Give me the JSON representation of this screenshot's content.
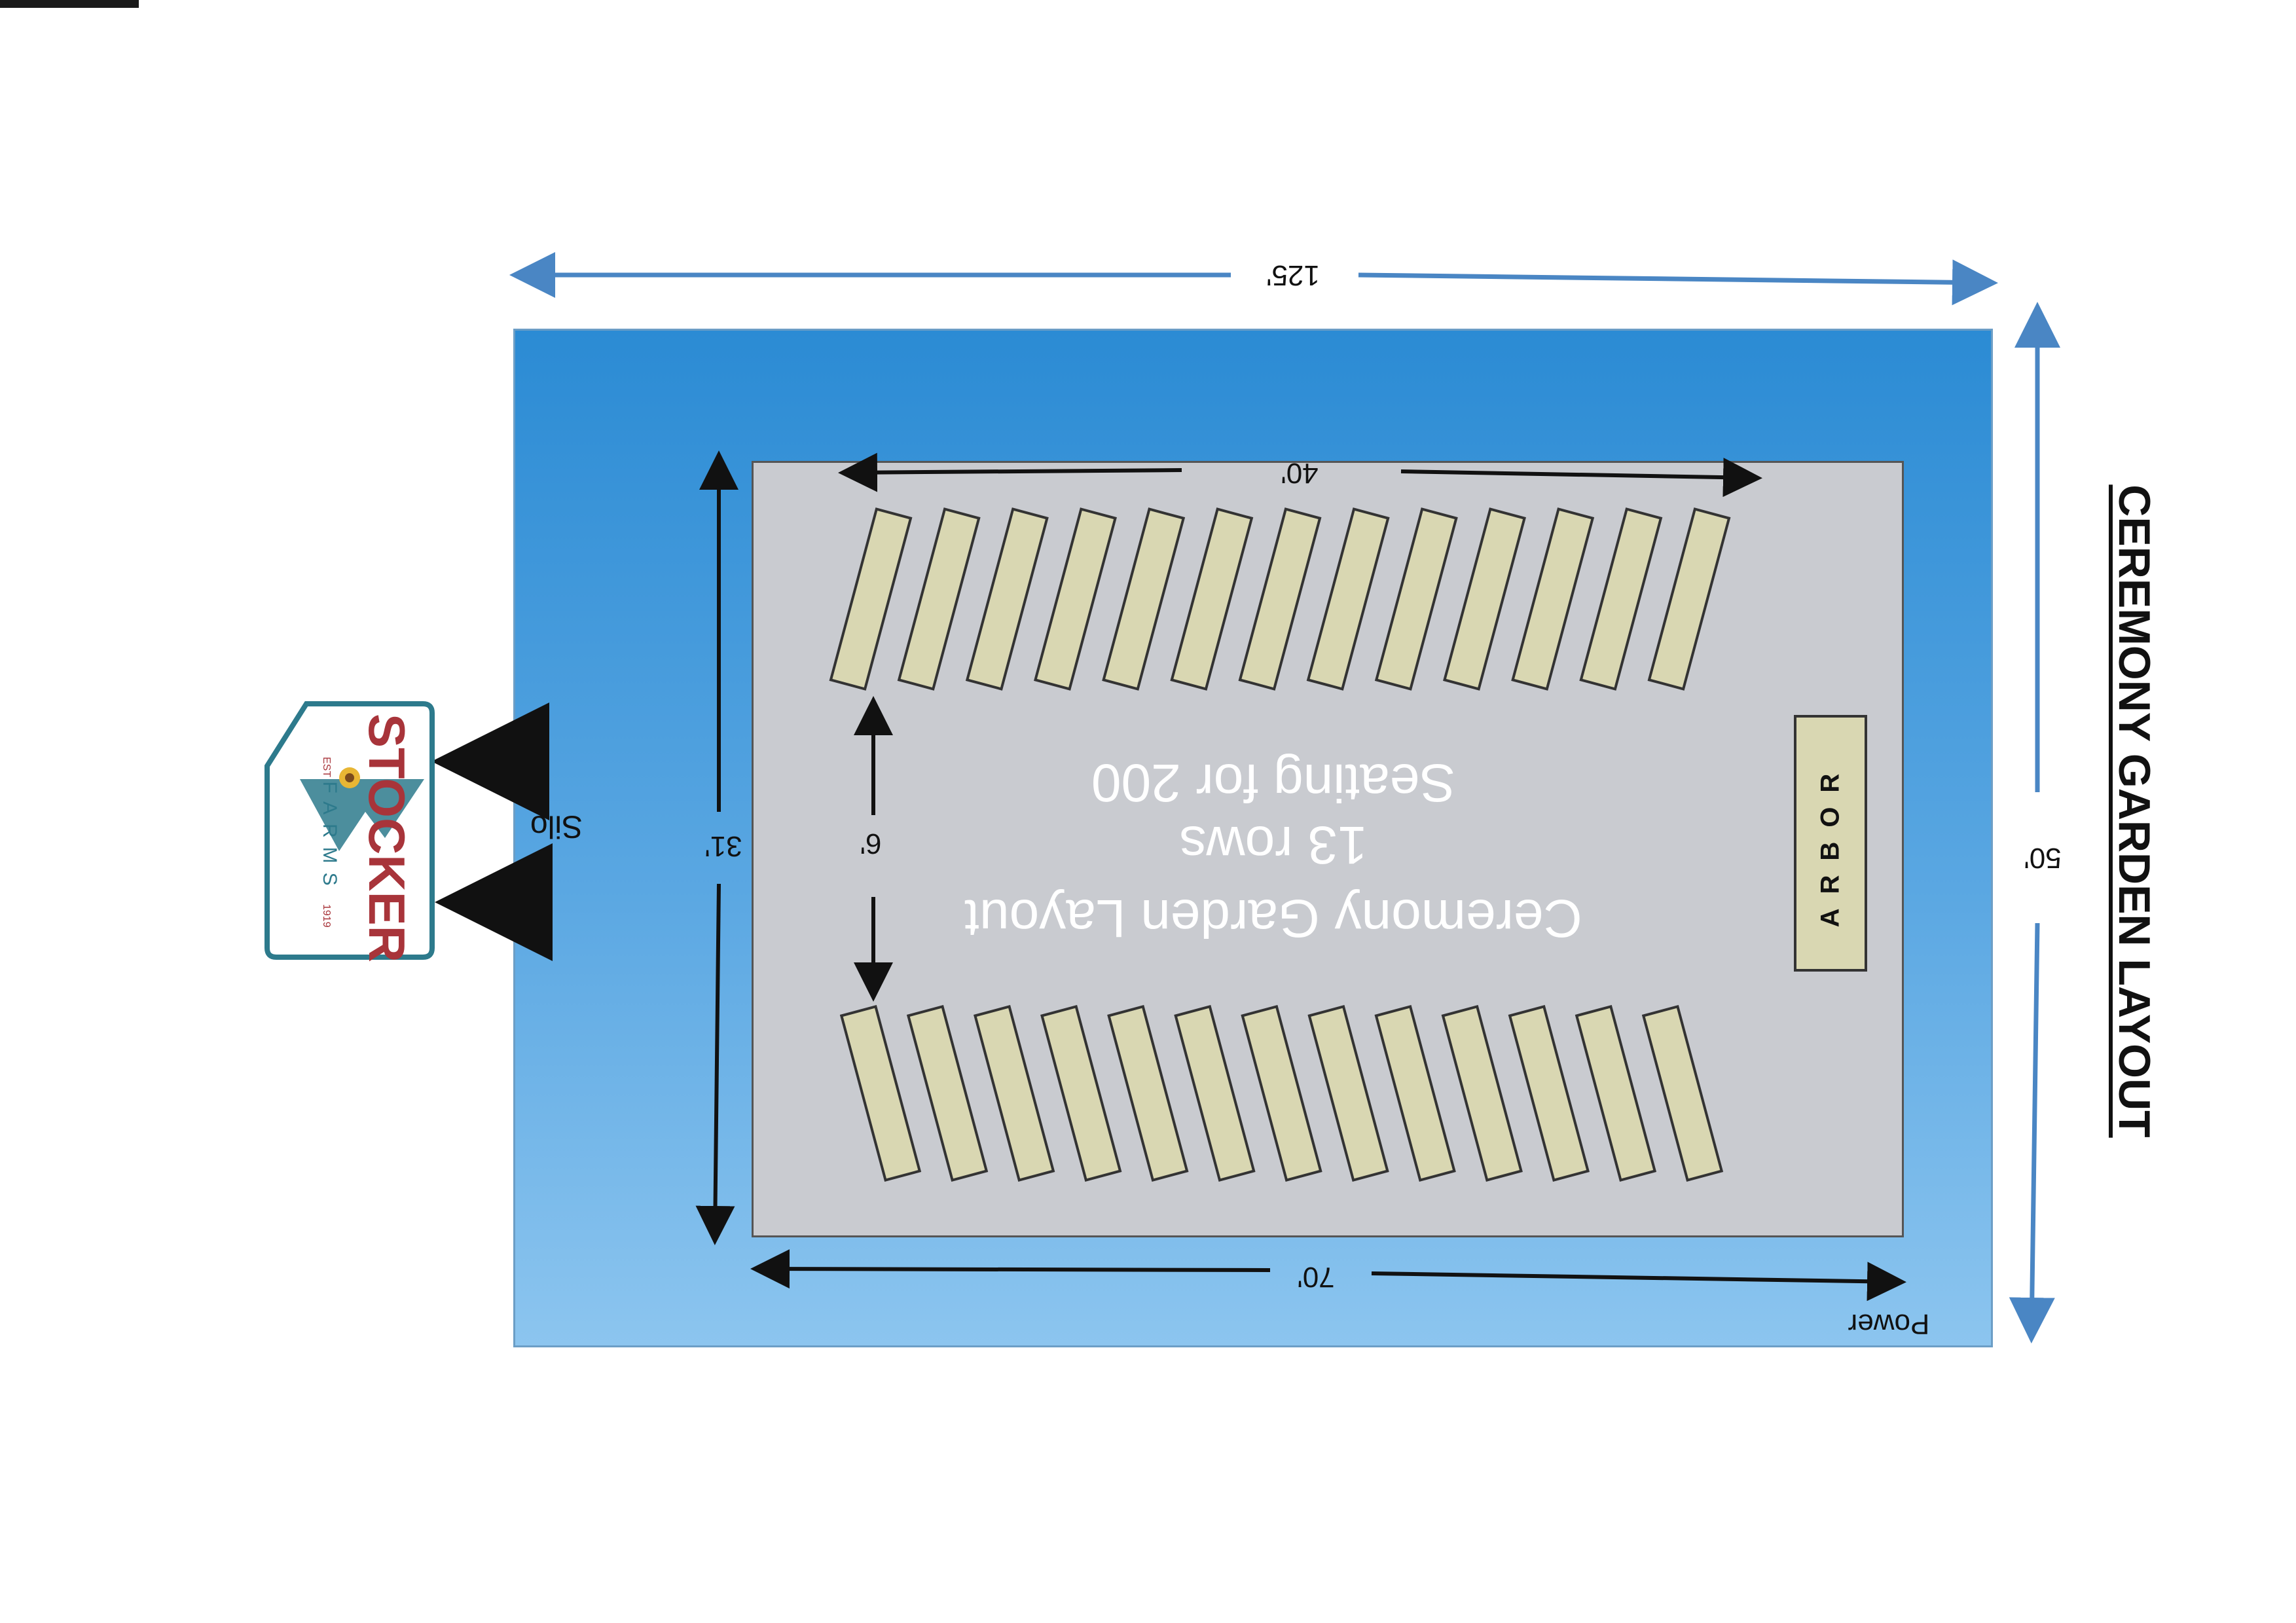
{
  "title": "CEREMONY GARDEN LAYOUT",
  "garden": {
    "heading": "Ceremony Garden Layout",
    "rows_label": "13 rows",
    "seating_label": "Seating for 200",
    "rows_per_side": 13
  },
  "arbor_label": "ARBOR",
  "dimensions": {
    "field_length": "125'",
    "field_width": "50'",
    "garden_length": "70'",
    "garden_width": "31'",
    "seating_span": "40'",
    "aisle": "6'"
  },
  "labels": {
    "power": "Power",
    "silo": "Silo"
  },
  "logo": {
    "name": "STOCKER",
    "sub": "FARMS",
    "est": "EST",
    "year": "1919"
  },
  "colors": {
    "field_top": "#2b8bd4",
    "field_bottom": "#8cc5ef",
    "garden": "#c9cbd0",
    "bench": "#d9d7b2",
    "arrow_blue": "#4a86c4",
    "logo_red": "#a8343a",
    "logo_teal": "#2d7a8c"
  }
}
